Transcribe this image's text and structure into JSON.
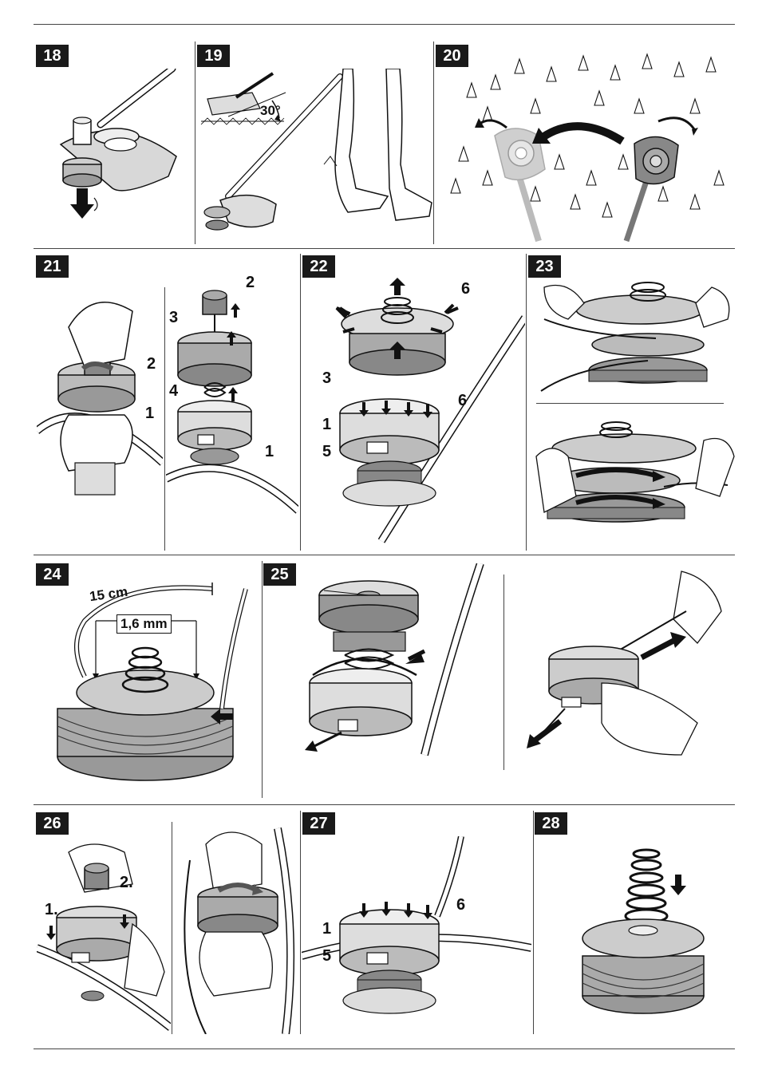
{
  "figures": [
    {
      "id": "fig-18",
      "number": "18",
      "labels": []
    },
    {
      "id": "fig-19",
      "number": "19",
      "labels": [
        {
          "key": "angle",
          "text": "30°"
        }
      ]
    },
    {
      "id": "fig-20",
      "number": "20",
      "labels": []
    },
    {
      "id": "fig-21",
      "number": "21",
      "labels": [
        {
          "key": "a2",
          "text": "2"
        },
        {
          "key": "a1",
          "text": "1"
        },
        {
          "key": "b2",
          "text": "2"
        },
        {
          "key": "b3",
          "text": "3"
        },
        {
          "key": "b4",
          "text": "4"
        },
        {
          "key": "b1",
          "text": "1"
        }
      ]
    },
    {
      "id": "fig-22",
      "number": "22",
      "labels": [
        {
          "key": "p6a",
          "text": "6"
        },
        {
          "key": "p3",
          "text": "3"
        },
        {
          "key": "p1",
          "text": "1"
        },
        {
          "key": "p6b",
          "text": "6"
        },
        {
          "key": "p5",
          "text": "5"
        }
      ]
    },
    {
      "id": "fig-23",
      "number": "23",
      "labels": []
    },
    {
      "id": "fig-24",
      "number": "24",
      "labels": [
        {
          "key": "len",
          "text": "15 cm"
        },
        {
          "key": "dia",
          "text": "1,6 mm"
        }
      ]
    },
    {
      "id": "fig-25",
      "number": "25",
      "labels": []
    },
    {
      "id": "fig-26",
      "number": "26",
      "labels": [
        {
          "key": "s1",
          "text": "1."
        },
        {
          "key": "s2",
          "text": "2."
        }
      ]
    },
    {
      "id": "fig-27",
      "number": "27",
      "labels": [
        {
          "key": "q6",
          "text": "6"
        },
        {
          "key": "q1",
          "text": "1"
        },
        {
          "key": "q5",
          "text": "5"
        }
      ]
    },
    {
      "id": "fig-28",
      "number": "28",
      "labels": []
    }
  ],
  "colors": {
    "ink": "#111111",
    "grey": "#9a9a9a",
    "light": "#d4d4d4",
    "badge": "#1a1a1a"
  }
}
